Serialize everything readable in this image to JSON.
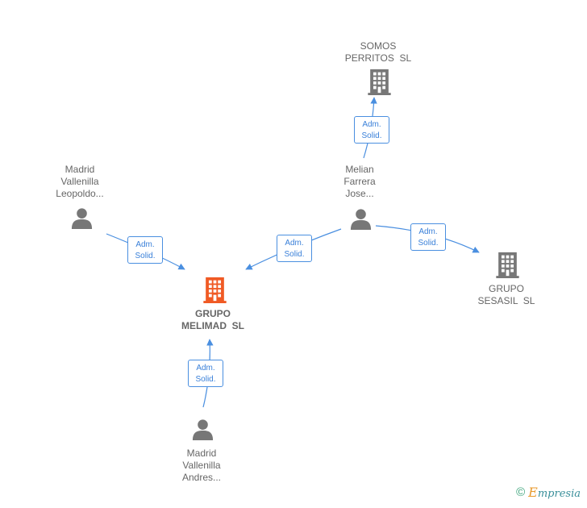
{
  "colors": {
    "edge": "#4a8fe0",
    "person_icon": "#777777",
    "company_icon": "#777777",
    "focus_company_icon": "#f05a24"
  },
  "nodes": [
    {
      "id": "melimad",
      "type": "company",
      "focus": true,
      "label": "GRUPO\nMELIMAD  SL"
    },
    {
      "id": "somos",
      "type": "company",
      "focus": false,
      "label": "SOMOS\nPERRITOS  SL"
    },
    {
      "id": "sesasil",
      "type": "company",
      "focus": false,
      "label": "GRUPO\nSESASIL  SL"
    },
    {
      "id": "leopoldo",
      "type": "person",
      "label": "Madrid\nVallenilla\nLeopoldo..."
    },
    {
      "id": "melian",
      "type": "person",
      "label": "Melian\nFarrera\nJose..."
    },
    {
      "id": "andres",
      "type": "person",
      "label": "Madrid\nVallenilla\nAndres..."
    }
  ],
  "edges": [
    {
      "from": "leopoldo",
      "to": "melimad",
      "label": "Adm.\nSolid."
    },
    {
      "from": "melian",
      "to": "melimad",
      "label": "Adm.\nSolid."
    },
    {
      "from": "melian",
      "to": "somos",
      "label": "Adm.\nSolid."
    },
    {
      "from": "melian",
      "to": "sesasil",
      "label": "Adm.\nSolid."
    },
    {
      "from": "andres",
      "to": "melimad",
      "label": "Adm.\nSolid."
    }
  ],
  "footer": {
    "copyright_symbol": "©",
    "brand_first": "E",
    "brand_rest": "mpresia"
  }
}
